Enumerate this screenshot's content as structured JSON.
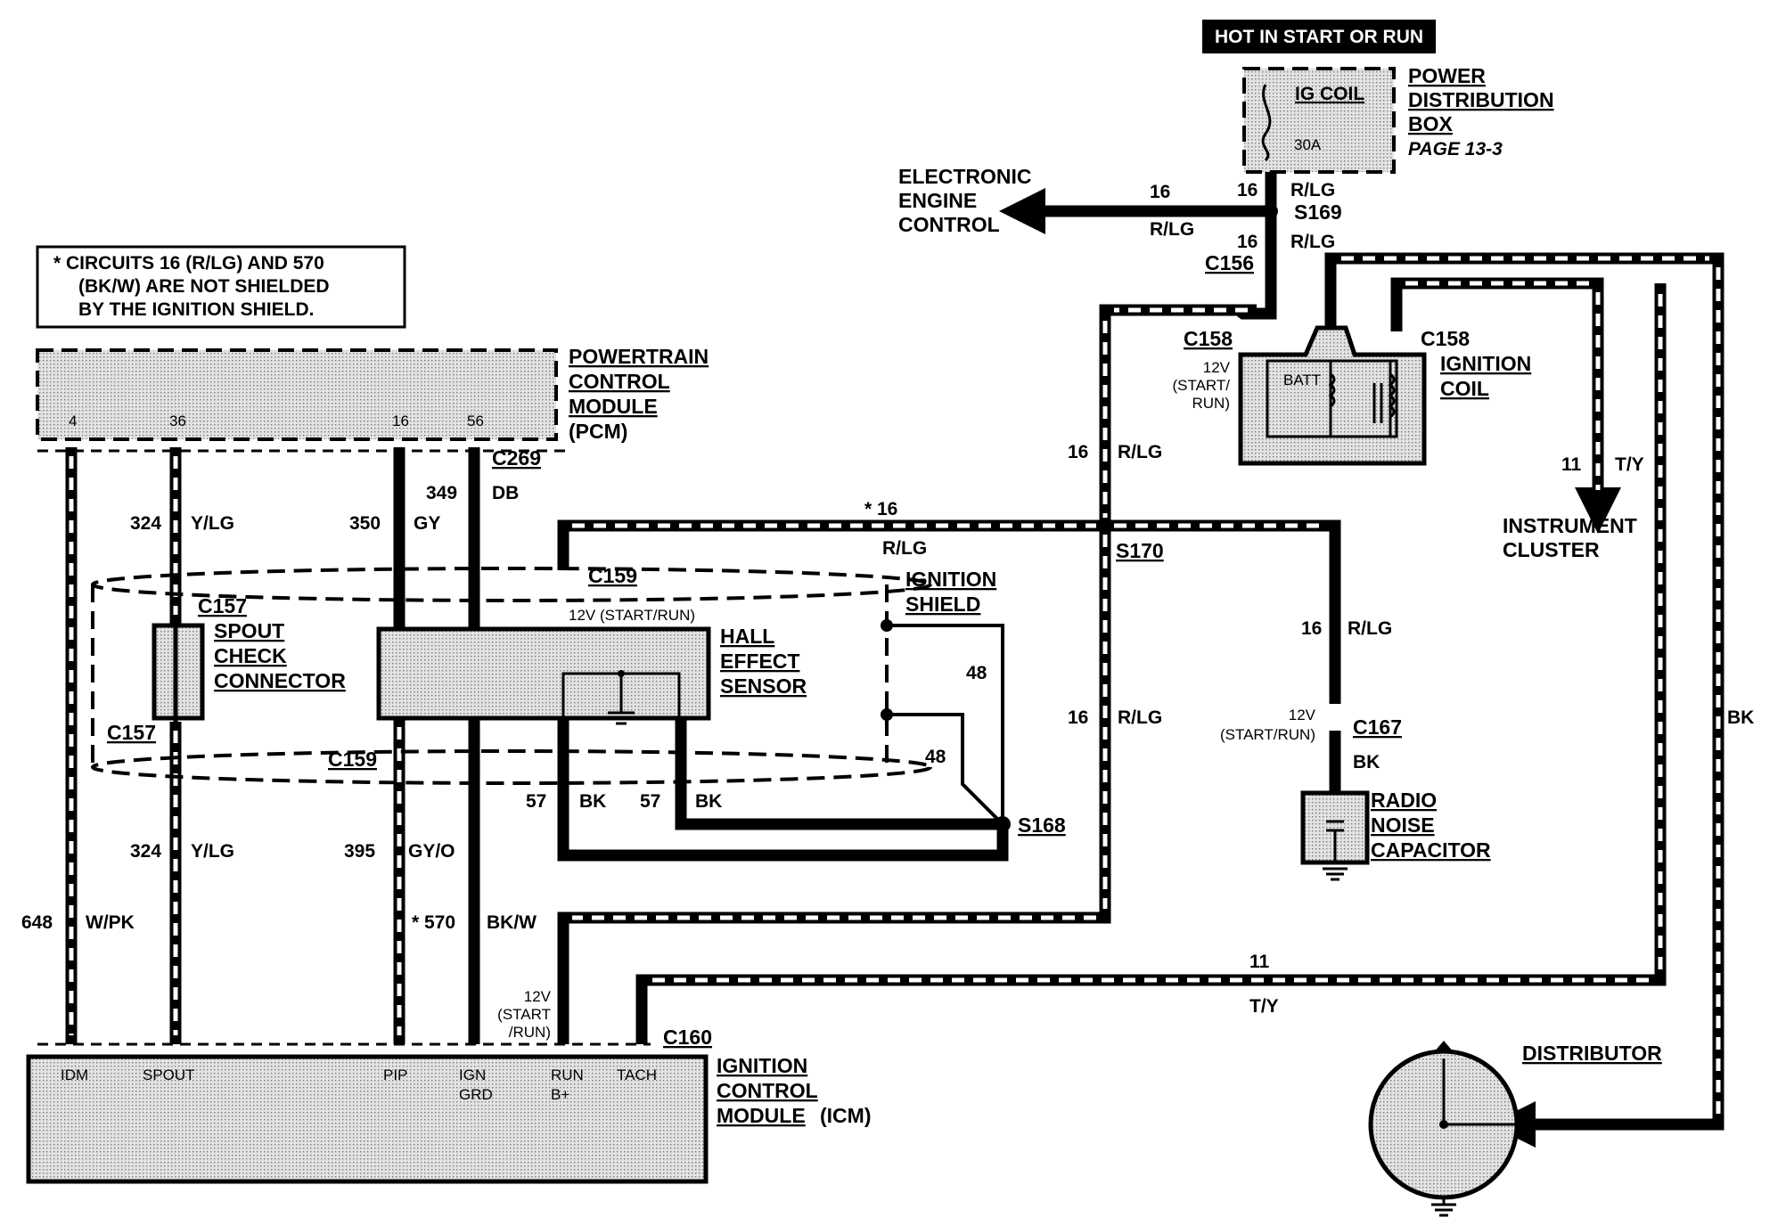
{
  "colors": {
    "ink": "#000000",
    "background": "#ffffff",
    "module_fill": "#d8d8d8"
  },
  "hot_banner": "HOT IN START OR RUN",
  "power_distribution": {
    "fuse_label": "IG COIL",
    "fuse_rating": "30A",
    "line1": "POWER",
    "line2": "DISTRIBUTION",
    "line3": "BOX",
    "page_ref": "PAGE 13-3"
  },
  "electronic_engine": {
    "line1": "ELECTRONIC",
    "line2": "ENGINE",
    "line3": "CONTROL"
  },
  "note": {
    "line1": "*  CIRCUITS 16 (R/LG)  AND 570",
    "line2": "(BK/W)  ARE NOT SHIELDED",
    "line3": "BY THE IGNITION SHIELD."
  },
  "pcm": {
    "line1": "POWERTRAIN",
    "line2": "CONTROL",
    "line3": "MODULE",
    "line4": "(PCM)",
    "pin_4": "4",
    "pin_36": "36",
    "pin_16": "16",
    "pin_56": "56"
  },
  "icm": {
    "line1": "IGNITION",
    "line2": "CONTROL",
    "line3": "MODULE",
    "line4": "(ICM)",
    "pin_idm": "IDM",
    "pin_spout": "SPOUT",
    "pin_pip": "PIP",
    "pin_ign": "IGN",
    "pin_grd": "GRD",
    "pin_run": "RUN",
    "pin_bplus": "B+",
    "pin_tach": "TACH"
  },
  "ignition_coil": {
    "line1": "IGNITION",
    "line2": "COIL",
    "batt": "BATT",
    "supply1": "12V",
    "supply2": "(START/",
    "supply3": "RUN)"
  },
  "instrument_cluster": {
    "line1": "INSTRUMENT",
    "line2": "CLUSTER"
  },
  "spout": {
    "line1": "SPOUT",
    "line2": "CHECK",
    "line3": "CONNECTOR"
  },
  "hall": {
    "line1": "HALL",
    "line2": "EFFECT",
    "line3": "SENSOR",
    "supply": "12V (START/RUN)"
  },
  "shield": {
    "line1": "IGNITION",
    "line2": "SHIELD"
  },
  "radio_cap": {
    "line1": "RADIO",
    "line2": "NOISE",
    "line3": "CAPACITOR",
    "supply1": "12V",
    "supply2": "(START/RUN)"
  },
  "distributor": {
    "label": "DISTRIBUTOR"
  },
  "icm_feed": {
    "line1": "12V",
    "line2": "(START",
    "line3": "/RUN)"
  },
  "connectors": {
    "c156": "C156",
    "c157": "C157",
    "c158": "C158",
    "c159": "C159",
    "c160": "C160",
    "c167": "C167",
    "c269": "C269",
    "s168": "S168",
    "s169": "S169",
    "s170": "S170"
  },
  "circuits": {
    "n16": "16",
    "star16": "* 16",
    "r_lg": "R/LG",
    "n11": "11",
    "t_y": "T/Y",
    "bk": "BK",
    "n324": "324",
    "y_lg": "Y/LG",
    "n350": "350",
    "gy": "GY",
    "n349": "349",
    "db": "DB",
    "n395": "395",
    "gy_o": "GY/O",
    "n570": "* 570",
    "bk_w": "BK/W",
    "n648": "648",
    "w_pk": "W/PK",
    "n57": "57",
    "n48": "48"
  }
}
